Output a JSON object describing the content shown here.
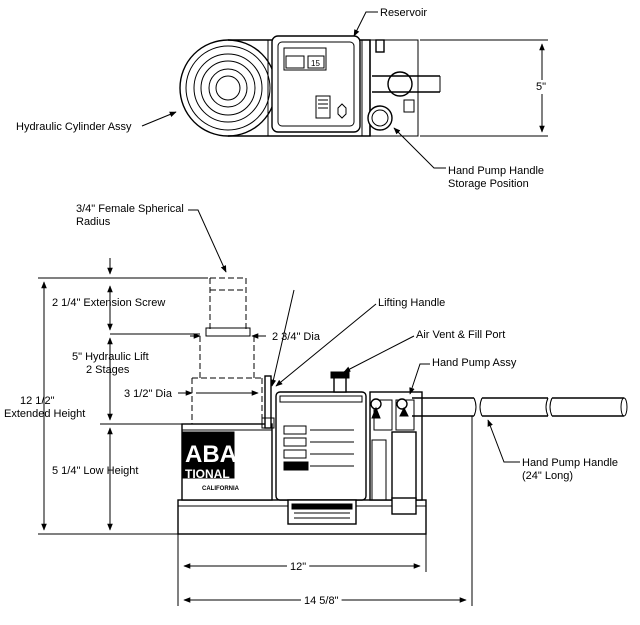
{
  "top_view": {
    "reservoir": "Reservoir",
    "hydraulic_cylinder": "Hydraulic Cylinder Assy",
    "storage_line1": "Hand Pump Handle",
    "storage_line2": "Storage Position",
    "width_dim": "5\"",
    "plate_text1": "15"
  },
  "side_view": {
    "spherical_line1": "3/4\" Female Spherical",
    "spherical_line2": "Radius",
    "extension_screw": "2 1/4\" Extension Screw",
    "dia_small": "2 3/4\" Dia",
    "hydraulic_lift_line1": "5\" Hydraulic Lift",
    "hydraulic_lift_line2": "2 Stages",
    "dia_large": "3 1/2\" Dia",
    "extended_line1": "12  1/2\"",
    "extended_line2": "Extended Height",
    "low_height": "5  1/4\" Low Height",
    "lifting_handle": "Lifting Handle",
    "air_vent": "Air Vent & Fill Port",
    "hand_pump_assy": "Hand Pump Assy",
    "handle_line1": "Hand Pump Handle",
    "handle_line2": "(24\" Long)",
    "width_12": "12\"",
    "width_14": "14  5/8\""
  },
  "logo": {
    "line1": "ABAR",
    "line2": "TIONAL",
    "line3": "CALIFORNIA"
  }
}
